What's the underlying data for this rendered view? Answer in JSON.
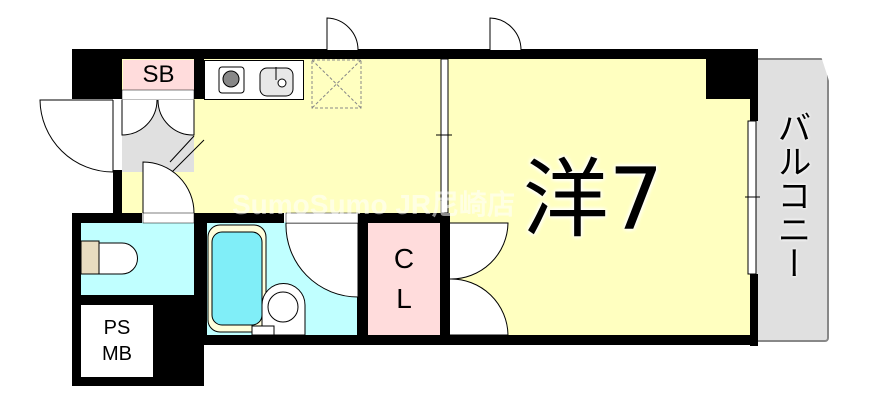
{
  "floorplan": {
    "rooms": {
      "western_room": {
        "label": "洋7",
        "type": "Western-style room (7 jo)",
        "color": "#FFFFC0"
      },
      "kitchen": {
        "color": "#FFFFC0"
      },
      "shoe_box": {
        "label": "SB",
        "color": "#FFDCDC"
      },
      "closet": {
        "label_line1": "C",
        "label_line2": "L",
        "color": "#FFDCDC"
      },
      "toilet": {
        "color": "#C0FFFF"
      },
      "bathroom": {
        "color": "#C0FFFF"
      },
      "pipe_space": {
        "label_line1": "PS",
        "label_line2": "MB"
      },
      "balcony": {
        "label": "バルコニー",
        "color": "#E0E0E0"
      }
    },
    "watermark": "SumoSumo JR尼崎店"
  }
}
